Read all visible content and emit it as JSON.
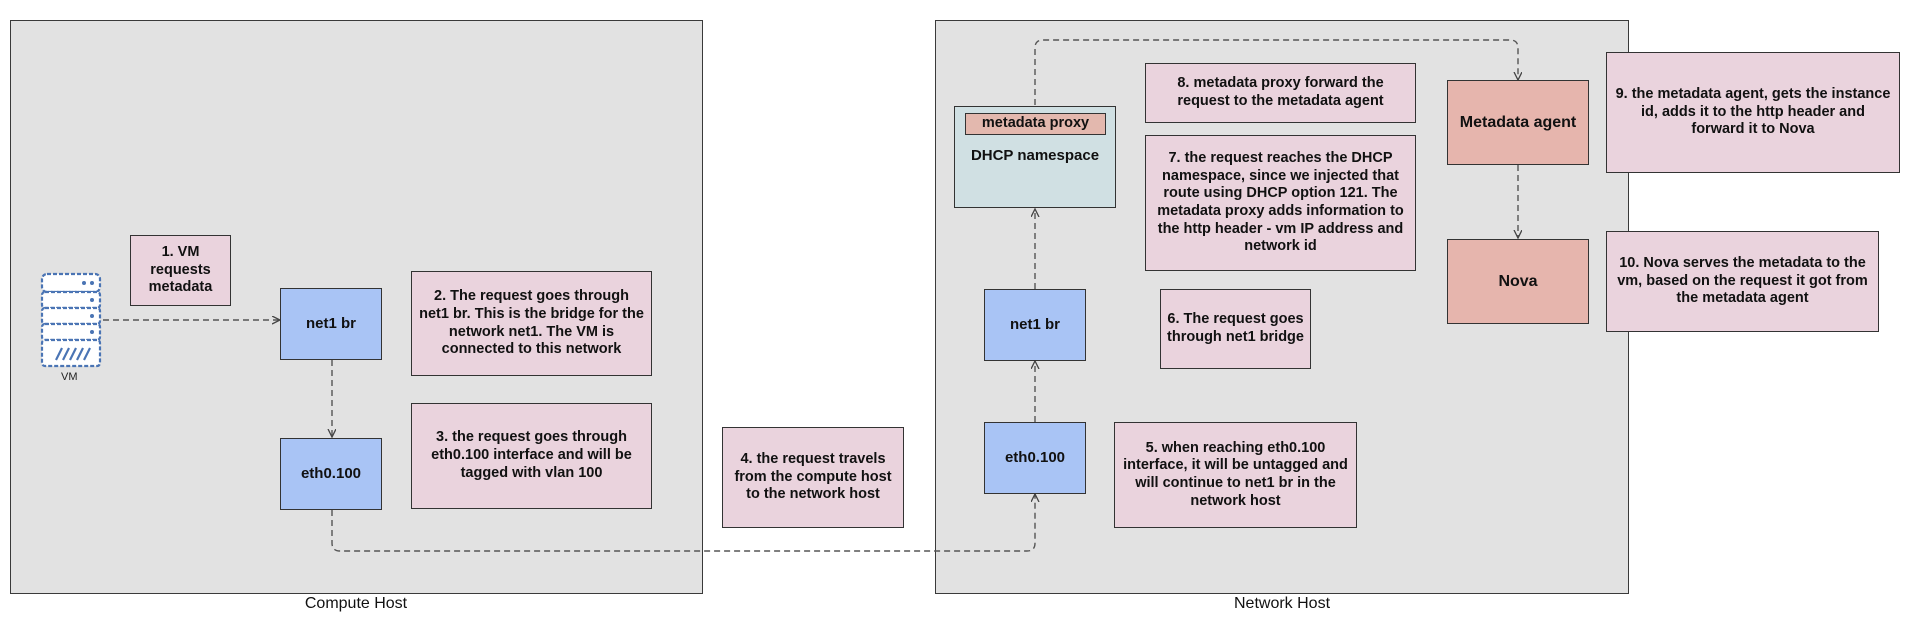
{
  "compute_host": {
    "label": "Compute Host",
    "vm_label": "VM",
    "net1_br": "net1 br",
    "eth0_100": "eth0.100",
    "note1": "1. VM requests metadata",
    "note2": "2. The request goes through net1 br. This is the bridge for the network net1. The VM is connected to this network",
    "note3": "3. the request goes through eth0.100 interface and will be tagged with vlan 100"
  },
  "between": {
    "note4": "4. the request travels from the compute host to the network host"
  },
  "network_host": {
    "label": "Network Host",
    "metadata_proxy": "metadata proxy",
    "dhcp_namespace": "DHCP namespace",
    "net1_br": "net1 br",
    "eth0_100": "eth0.100",
    "note5": "5. when reaching eth0.100 interface, it will be untagged and will continue to net1 br in the network host",
    "note6": "6. The request goes through net1 bridge",
    "note7": "7. the request reaches the DHCP namespace,  since we injected that route using DHCP option 121. The metadata proxy adds information to the http header - vm IP address and network id",
    "note8": "8. metadata proxy forward the request to the metadata agent",
    "metadata_agent": "Metadata agent",
    "nova": "Nova"
  },
  "outside": {
    "note9": "9. the metadata agent, gets the instance id, adds it to the http header and forward it to Nova",
    "note10": "10. Nova serves the metadata to the vm, based on the request it got from the metadata agent"
  },
  "colors": {
    "host_bg": "#e2e2e2",
    "interface": "#a9c4f5",
    "note": "#ead3dd",
    "agent": "#e6b5ad",
    "namespace": "#d0e0e3",
    "vm_icon": "#4a74b4"
  },
  "icons": {
    "vm": "server-icon"
  }
}
